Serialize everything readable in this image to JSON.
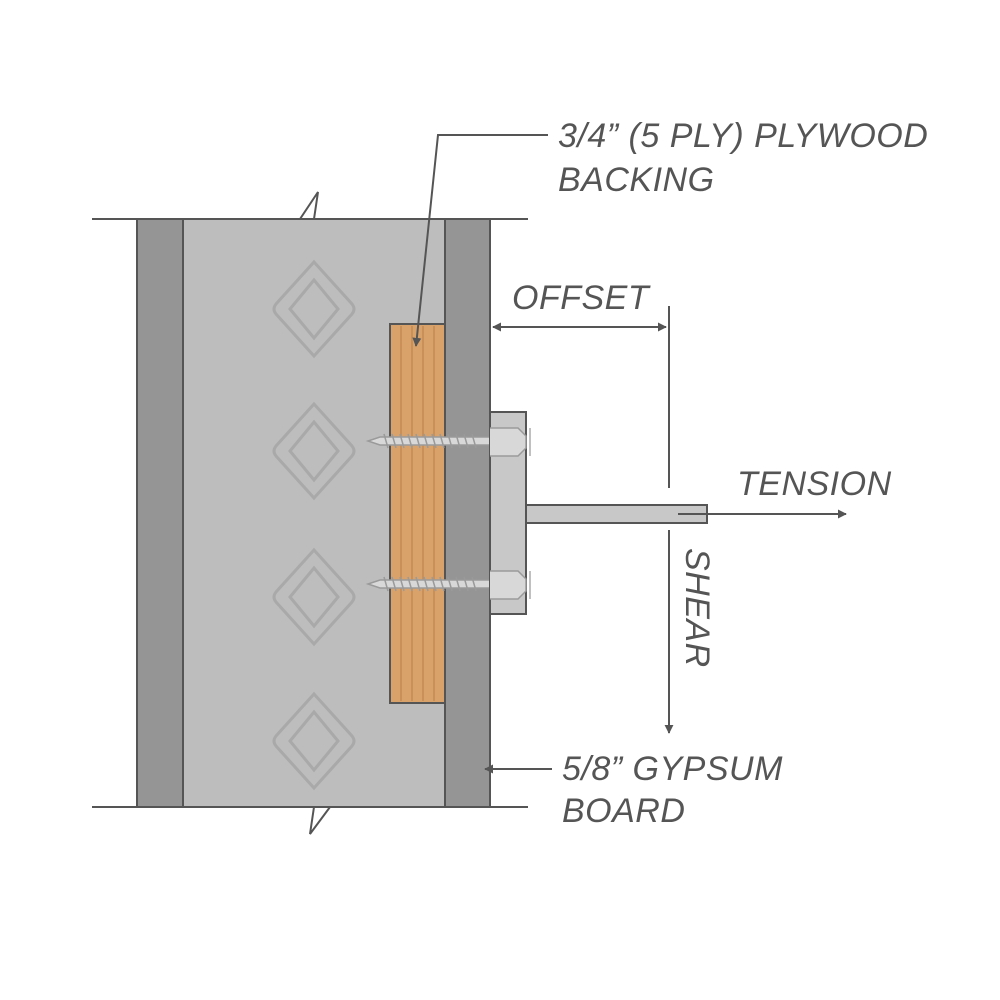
{
  "labels": {
    "plywood_line1": "3/4” (5 PLY) PLYWOOD",
    "plywood_line2": "BACKING",
    "offset": "OFFSET",
    "tension": "TENSION",
    "shear": "SHEAR",
    "gypsum_line1": "5/8” GYPSUM",
    "gypsum_line2": "BOARD"
  },
  "colors": {
    "gypsum_board": "#959595",
    "stud_cavity": "#bdbdbd",
    "plywood": "#d9a26b",
    "plywood_grain": "#c48a54",
    "bracket": "#c8c8c8",
    "outline": "#555555",
    "arrow": "#555555",
    "text": "#555555"
  }
}
